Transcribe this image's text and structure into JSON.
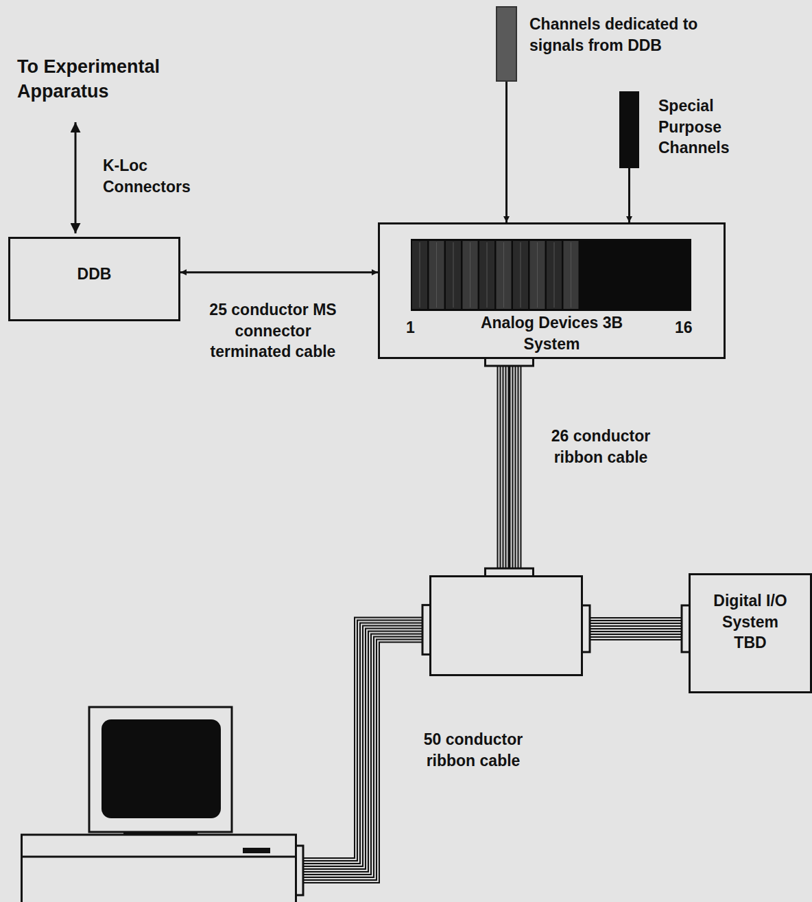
{
  "diagram": {
    "nodes": [
      {
        "text": [
          "DDB"
        ]
      },
      {
        "text": [
          "Analog Devices 3B System"
        ]
      },
      {
        "text": []
      },
      {
        "text": [
          "Digital I/O System TBD"
        ]
      },
      {
        "text": []
      },
      {
        "text": [
          "Channels dedicated to signals from DDB"
        ]
      },
      {
        "text": [
          "Special Purpose Channels"
        ]
      }
    ],
    "edges": [
      {
        "from": 0,
        "to": 1,
        "arrow": "both",
        "label": "25 conductor MS connector terminated cable"
      },
      {
        "from": 1,
        "to": 2,
        "arrow": "none",
        "label": "26 conductor ribbon cable"
      },
      {
        "from": 2,
        "to": 3,
        "arrow": "none"
      },
      {
        "from": 2,
        "to": 4,
        "arrow": "none",
        "label": "50 conductor ribbon cable"
      },
      {
        "from": 5,
        "to": 1,
        "arrow": "to"
      },
      {
        "from": 6,
        "to": 1,
        "arrow": "to"
      }
    ],
    "labels": [
      "To Experimental Apparatus",
      "K-Loc Connectors",
      "1",
      "16"
    ]
  }
}
